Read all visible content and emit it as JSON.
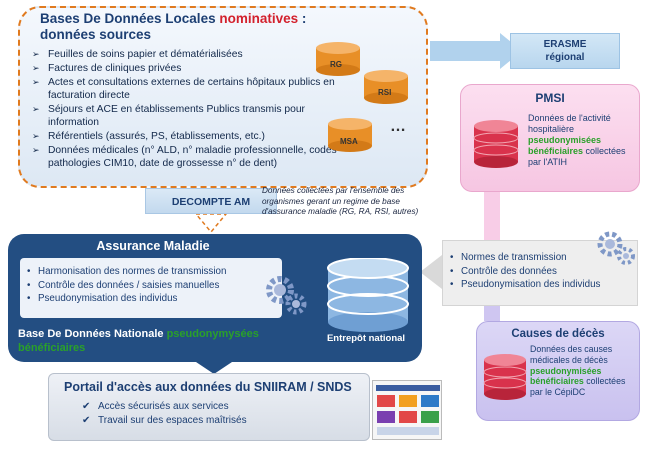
{
  "local_db": {
    "title_before": "Bases De Données Locales ",
    "title_highlight": "nominatives",
    "title_after": " : données sources",
    "items": [
      "Feuilles de soins papier et dématérialisées",
      "Factures de cliniques privées",
      "Actes et consultations externes de certains hôpitaux publics en facturation directe",
      "Séjours et ACE en établissements Publics transmis pour information",
      "Référentiels (assurés, PS, établissements, etc.)",
      "Données médicales (n° ALD, n° maladie professionnelle, codes pathologies CIM10, date de grossesse n° de dent)"
    ],
    "regimes": [
      "RG",
      "RSI",
      "MSA"
    ],
    "ellipsis": "…"
  },
  "erasme": {
    "line1": "ERASME",
    "line2": "régional"
  },
  "pmsi": {
    "title": "PMSI",
    "desc_before": "Données de l'activité hospitalière ",
    "desc_highlight": "pseudonymisées bénéficiaires",
    "desc_after": " collectées par l'ATIH"
  },
  "decompte": {
    "label": "DECOMPTE AM"
  },
  "note": "Données collectées par l'ensemble des organismes gerant un regime de base d'assurance maladie (RG, RA, RSI, autres)",
  "assurance_maladie": {
    "title": "Assurance Maladie",
    "items": [
      "Harmonisation des normes de transmission",
      "Contrôle des données  / saisies manuelles",
      "Pseudonymisation des individus"
    ],
    "db_before": "Base De Données Nationale ",
    "db_highlight": "pseudonymysées bénéficiaires",
    "warehouse": "Entrepôt national"
  },
  "normes": {
    "items": [
      "Normes de transmission",
      "Contrôle des données",
      "Pseudonymisation des individus"
    ]
  },
  "causes": {
    "title": "Causes de décès",
    "desc_before": "Données des causes médicales de décès ",
    "desc_highlight": "pseudonymisées bénéficiaires",
    "desc_after": " collectées par le CépiDC"
  },
  "portail": {
    "title": "Portail d'accès aux données du SNIIRAM / SNDS",
    "items": [
      "Accès sécurisés aux services",
      "Travail sur des espaces maîtrisés"
    ]
  },
  "colors": {
    "dark_blue": "#234e82",
    "orange_dashed": "#e07a1f",
    "highlight_red": "#d3212d",
    "highlight_green": "#2aa02a",
    "pink": "#f6c6e2",
    "violet": "#c9c1ef"
  }
}
